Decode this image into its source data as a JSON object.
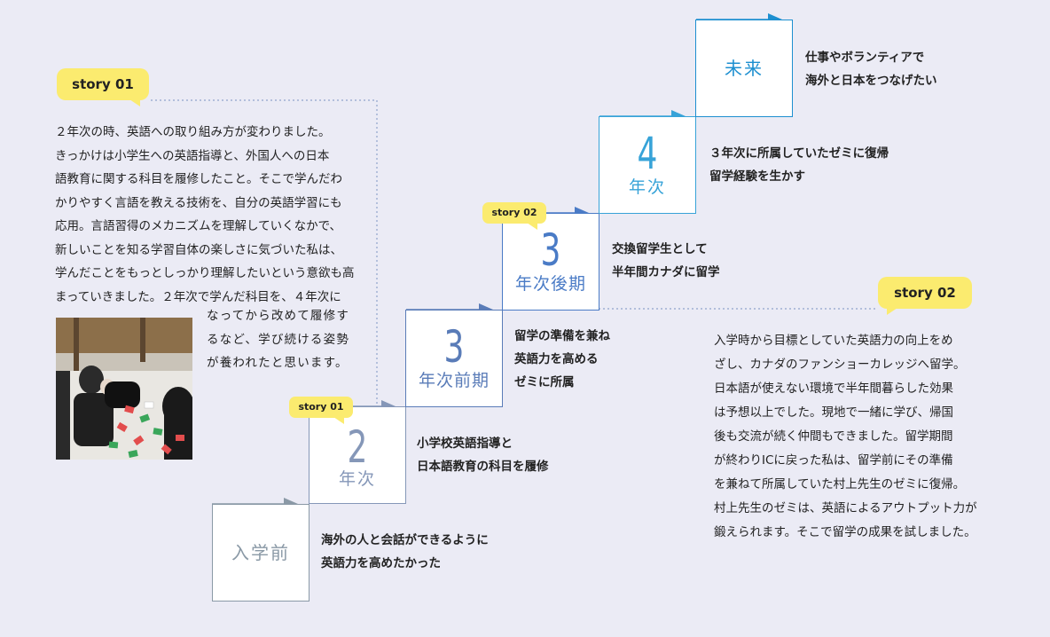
{
  "steps": {
    "s0": {
      "label": "入学前",
      "caption": [
        "海外の人と会話ができるように",
        "英語力を高めたかった"
      ]
    },
    "s1": {
      "num": "2",
      "label": "年次",
      "caption": [
        "小学校英語指導と",
        "日本語教育の科目を履修"
      ]
    },
    "s2": {
      "num": "3",
      "label": "年次前期",
      "caption": [
        "留学の準備を兼ね",
        "英語力を高める",
        "ゼミに所属"
      ]
    },
    "s3": {
      "num": "3",
      "label": "年次後期",
      "caption": [
        "交換留学生として",
        "半年間カナダに留学"
      ]
    },
    "s4": {
      "num": "4",
      "label": "年次",
      "caption": [
        "３年次に所属していたゼミに復帰",
        "留学経験を生かす"
      ]
    },
    "s5": {
      "label": "未来",
      "caption": [
        "仕事やボランティアで",
        "海外と日本をつなげたい"
      ]
    }
  },
  "tags": {
    "story01_big": "story 01",
    "story02_big": "story 02",
    "story01_small": "story 01",
    "story02_small": "story 02"
  },
  "story01": {
    "lines": [
      "２年次の時、英語への取り組み方が変わりました。",
      "きっかけは小学生への英語指導と、外国人への日本",
      "語教育に関する科目を履修したこと。そこで学んだわ",
      "かりやすく言語を教える技術を、自分の英語学習にも",
      "応用。言語習得のメカニズムを理解していくなかで、",
      "新しいことを知る学習自体の楽しさに気づいた私は、",
      "学んだことをもっとしっかり理解したいという意欲も高",
      "まっていきました。２年次で学んだ科目を、４年次に"
    ],
    "wrap_lines": [
      "なってから改めて履修す",
      "るなど、学び続ける姿勢",
      "が養われたと思います。"
    ]
  },
  "story02": {
    "lines": [
      "入学時から目標としていた英語力の向上をめ",
      "ざし、カナダのファンショーカレッジへ留学。",
      "日本語が使えない環境で半年間暮らした効果",
      "は予想以上でした。現地で一緒に学び、帰国",
      "後も交流が続く仲間もできました。留学期間",
      "が終わりICに戻った私は、留学前にその準備",
      "を兼ねて所属していた村上先生のゼミに復帰。",
      "村上先生のゼミは、英語によるアウトプット力が",
      "鍛えられます。そこで留学の成果を試しました。"
    ]
  },
  "colors": {
    "s0": "#8a99a6",
    "s1": "#8597b8",
    "s2": "#5a7cb8",
    "s3": "#4a7bc6",
    "s4": "#37a3d8",
    "s5": "#1d8fd0",
    "tag": "#fbeb6f",
    "background": "#ebebf5"
  }
}
